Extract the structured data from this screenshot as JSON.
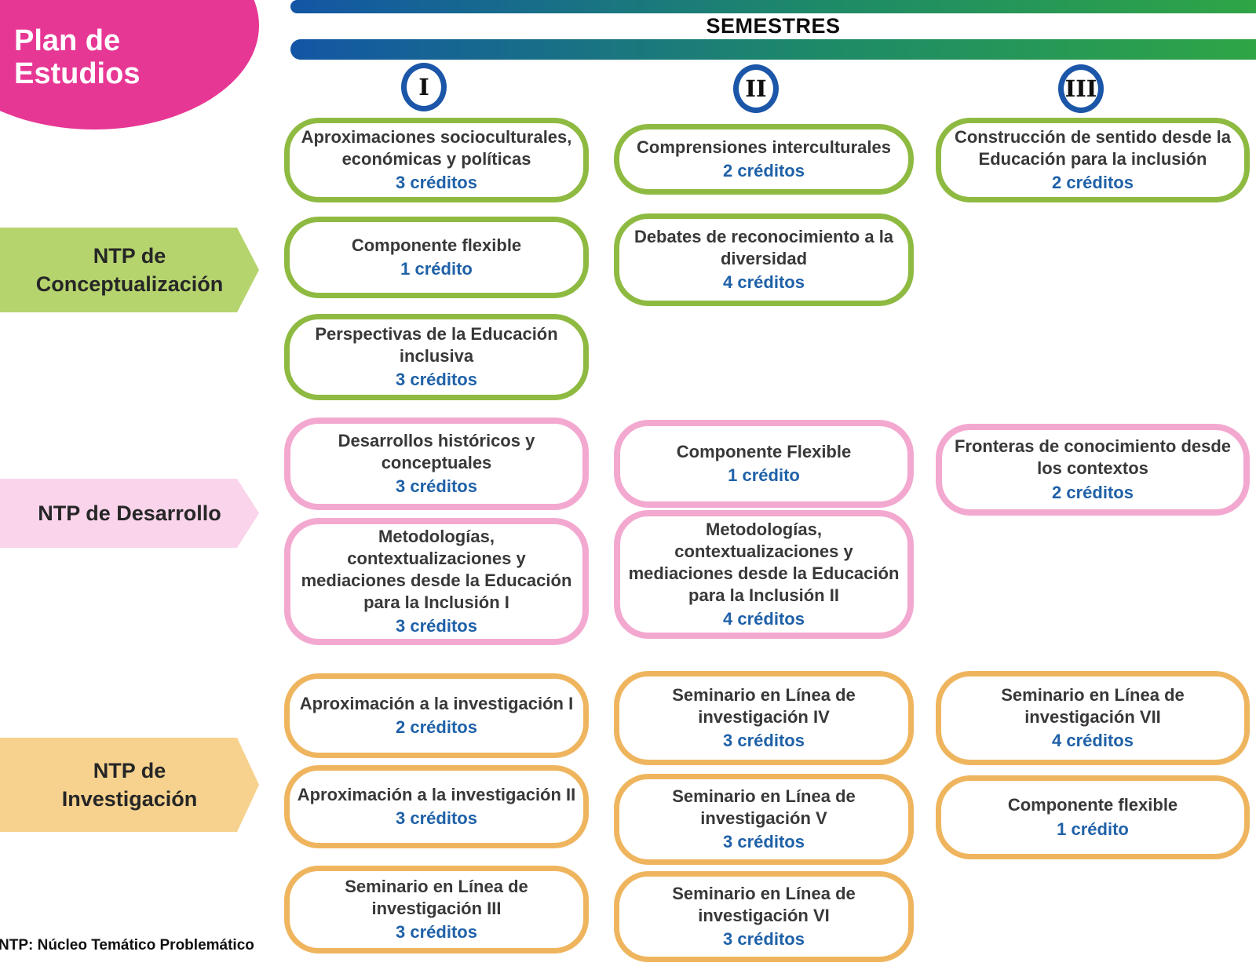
{
  "title": "Plan de Estudios",
  "header": {
    "label": "SEMESTRES"
  },
  "semesters": [
    {
      "numeral": "I"
    },
    {
      "numeral": "II"
    },
    {
      "numeral": "III"
    }
  ],
  "groups": [
    {
      "id": "conceptualizacion",
      "lines": [
        "NTP de",
        "Conceptualización"
      ]
    },
    {
      "id": "desarrollo",
      "lines": [
        "NTP de Desarrollo"
      ]
    },
    {
      "id": "investigacion",
      "lines": [
        "NTP de",
        "Investigación"
      ]
    }
  ],
  "courses": [
    {
      "name": "Aproximaciones socioculturales, económicas y políticas",
      "credits": "3 créditos",
      "semester": "I",
      "ntp": "Conceptualización"
    },
    {
      "name": "Comprensiones interculturales",
      "credits": "2 créditos",
      "semester": "II",
      "ntp": "Conceptualización"
    },
    {
      "name": "Construcción de sentido desde la Educación para la inclusión",
      "credits": "2 créditos",
      "semester": "III",
      "ntp": "Conceptualización"
    },
    {
      "name": "Componente flexible",
      "credits": "1 crédito",
      "semester": "I",
      "ntp": "Conceptualización"
    },
    {
      "name": "Debates de reconocimiento a la diversidad",
      "credits": "4 créditos",
      "semester": "II",
      "ntp": "Conceptualización"
    },
    {
      "name": "Perspectivas de la Educación inclusiva",
      "credits": "3 créditos",
      "semester": "I",
      "ntp": "Conceptualización"
    },
    {
      "name": "Desarrollos históricos y conceptuales",
      "credits": "3 créditos",
      "semester": "I",
      "ntp": "Desarrollo"
    },
    {
      "name": "Componente Flexible",
      "credits": "1 crédito",
      "semester": "II",
      "ntp": "Desarrollo"
    },
    {
      "name": "Fronteras de conocimiento desde los contextos",
      "credits": "2 créditos",
      "semester": "III",
      "ntp": "Desarrollo"
    },
    {
      "name": "Metodologías, contextualizaciones y mediaciones desde la Educación para la Inclusión I",
      "credits": "3 créditos",
      "semester": "I",
      "ntp": "Desarrollo"
    },
    {
      "name": "Metodologías, contextualizaciones y mediaciones desde la Educación para la Inclusión II",
      "credits": "4 créditos",
      "semester": "II",
      "ntp": "Desarrollo"
    },
    {
      "name": "Aproximación a la investigación I",
      "credits": "2 créditos",
      "semester": "I",
      "ntp": "Investigación"
    },
    {
      "name": "Seminario en Línea de investigación IV",
      "credits": "3 créditos",
      "semester": "II",
      "ntp": "Investigación"
    },
    {
      "name": "Seminario en Línea de investigación VII",
      "credits": "4 créditos",
      "semester": "III",
      "ntp": "Investigación"
    },
    {
      "name": "Aproximación a la investigación II",
      "credits": "3 créditos",
      "semester": "I",
      "ntp": "Investigación"
    },
    {
      "name": "Seminario en Línea de investigación V",
      "credits": "3 créditos",
      "semester": "II",
      "ntp": "Investigación"
    },
    {
      "name": "Componente flexible",
      "credits": "1 crédito",
      "semester": "III",
      "ntp": "Investigación"
    },
    {
      "name": "Seminario en Línea de investigación III",
      "credits": "3 créditos",
      "semester": "I",
      "ntp": "Investigación"
    },
    {
      "name": "Seminario en Línea de investigación VI",
      "credits": "3 créditos",
      "semester": "II",
      "ntp": "Investigación"
    }
  ],
  "footnote": "NTP: Núcleo Temático Problemático",
  "colors": {
    "title_blob": "#e73795",
    "bar_gradient_start": "#1356a5",
    "bar_gradient_end": "#2fa546",
    "semester_ring": "#1b56a8",
    "course_name_text": "#383838",
    "credits_text": "#1f61a8",
    "green_border": "#8fba42",
    "green_label_fill": "#b6d46e",
    "pink_border": "#f3a8d0",
    "pink_label_fill": "#f9d4ea",
    "orange_border": "#efb55e",
    "orange_label_fill": "#f6d28e"
  }
}
